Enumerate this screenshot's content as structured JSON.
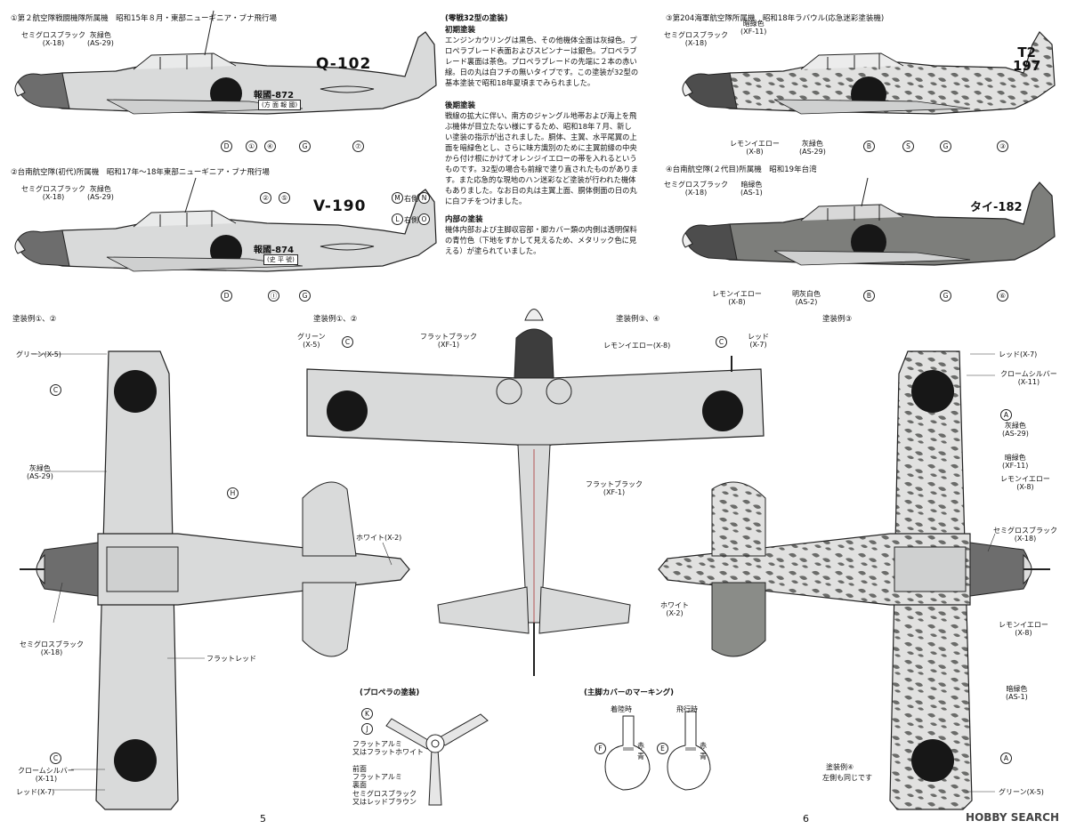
{
  "profiles": {
    "p1": {
      "title": "①第２航空隊戦闘機隊所属機　昭和15年８月・東部ニューギニア・ブナ飛行場",
      "code": "Q-102",
      "serial": "報國-872",
      "sub": "(方 面 報 國)",
      "labels": [
        {
          "t": "セミグロスブラック",
          "s": "(X-18)"
        },
        {
          "t": "灰緑色",
          "s": "(AS-29)"
        }
      ],
      "markers": [
        "D",
        "①",
        "④",
        "G",
        "⑦"
      ]
    },
    "p2": {
      "title": "②台南航空隊(初代)所属機　昭和17年～18年東部ニューギニア・ブナ飛行場",
      "code": "V-190",
      "serial": "報國-874",
      "sub": "(史 平 號)",
      "labels": [
        {
          "t": "セミグロスブラック",
          "s": "(X-18)"
        },
        {
          "t": "灰緑色",
          "s": "(AS-29)"
        }
      ],
      "markers": [
        "D",
        "Ⓘ",
        "G",
        "②",
        "⑤"
      ],
      "side": [
        {
          "m": "M",
          "t": "右側",
          "n": "N"
        },
        {
          "m": "L",
          "t": "右側",
          "n": "O"
        }
      ]
    },
    "p3": {
      "title": "③第204海軍航空隊所属機　昭和18年ラバウル(応急迷彩塗装機)",
      "code1": "T2",
      "code2": "197",
      "labels": [
        {
          "t": "セミグロスブラック",
          "s": "(X-18)"
        },
        {
          "t": "暗緑色",
          "s": "(XF-11)"
        }
      ],
      "bottom": [
        {
          "t": "レモンイエロー",
          "s": "(X-8)"
        },
        {
          "t": "灰緑色",
          "s": "(AS-29)"
        }
      ],
      "markers": [
        "B",
        "S",
        "G",
        "③"
      ]
    },
    "p4": {
      "title": "④台南航空隊(２代目)所属機　昭和19年台湾",
      "code": "タイ-182",
      "labels": [
        {
          "t": "セミグロスブラック",
          "s": "(X-18)"
        },
        {
          "t": "暗緑色",
          "s": "(AS-1)"
        }
      ],
      "bottom": [
        {
          "t": "レモンイエロー",
          "s": "(X-8)"
        },
        {
          "t": "明灰白色",
          "s": "(AS-2)"
        }
      ],
      "markers": [
        "B",
        "G",
        "⑥"
      ]
    }
  },
  "notes": {
    "heading": "(零戦32型の塗装)",
    "early_title": "初期塗装",
    "early_text": "エンジンカウリングは黒色、その他機体全面は灰緑色。プロペラブレード表面およびスピンナーは銀色。プロペラブレード裏面は茶色。プロペラブレードの先端に２本の赤い線。日の丸は白フチの無いタイプです。この塗装が32型の基本塗装で昭和18年夏頃までみられました。",
    "late_title": "後期塗装",
    "late_text": "戦線の拡大に伴い、南方のジャングル地帯および海上を飛ぶ機体が目立たない様にするため、昭和18年７月、新しい塗装の指示が出されました。胴体、主翼、水平尾翼の上面を暗緑色とし、さらに味方識別のために主翼前縁の中央から付け根にかけてオレンジイエローの帯を入れるというものです。32型の場合も前線で塗り直されたものがあります。また応急的な現地のハン迷彩など塗装が行われた機体もありました。なお日の丸は主翼上面、胴体側面の日の丸に白フチをつけました。",
    "interior_title": "内部の塗装",
    "interior_text": "機体内部および主脚収容部・脚カバー類の内側は透明保料の青竹色（下地をすかして見えるため、メタリック色に見える）が塗られていました。"
  },
  "plans": {
    "top_left_title": "塗装例①、②",
    "bottom_center_title": "塗装例①、②",
    "bottom_center2_title": "塗装例③、④",
    "top_right_title": "塗装例③",
    "top_right_note": "塗装例④",
    "top_right_note2": "左側も同じです",
    "left_labels": [
      {
        "t": "グリーン(X-5)"
      },
      {
        "t": "灰緑色",
        "s": "(AS-29)"
      },
      {
        "t": "セミグロスブラック",
        "s": "(X-18)"
      },
      {
        "t": "フラットレッド"
      },
      {
        "t": "ホワイト(X-2)"
      },
      {
        "t": "クロームシルバー",
        "s": "(X-11)"
      },
      {
        "t": "レッド(X-7)"
      }
    ],
    "left_markers": [
      "C",
      "H",
      "C"
    ],
    "center_labels": [
      {
        "t": "グリーン",
        "s": "(X-5)"
      },
      {
        "t": "フラットブラック",
        "s": "(XF-1)"
      },
      {
        "t": "レモンイエロー(X-8)"
      },
      {
        "t": "レッド",
        "s": "(X-7)"
      },
      {
        "t": "フラットブラック",
        "s": "(XF-1)"
      }
    ],
    "center_markers": [
      "C",
      "C"
    ],
    "right_labels": [
      {
        "t": "レッド(X-7)"
      },
      {
        "t": "クロームシルバー",
        "s": "(X-11)"
      },
      {
        "t": "灰緑色",
        "s": "(AS-29)"
      },
      {
        "t": "暗緑色",
        "s": "(XF-11)"
      },
      {
        "t": "レモンイエロー",
        "s": "(X-8)"
      },
      {
        "t": "セミグロスブラック",
        "s": "(X-18)"
      },
      {
        "t": "ホワイト",
        "s": "(X-2)"
      },
      {
        "t": "レモンイエロー",
        "s": "(X-8)"
      },
      {
        "t": "暗緑色",
        "s": "(AS-1)"
      },
      {
        "t": "グリーン(X-5)"
      }
    ],
    "right_markers": [
      "A",
      "A"
    ]
  },
  "propeller": {
    "title": "(プロペラの塗装)",
    "k": "K",
    "j": "J",
    "l1": "フラットアルミ",
    "l1b": "又はフラットホワイト",
    "l2": "前面",
    "l2b": "フラットアルミ",
    "l2c": "裏面",
    "l2d": "セミグロスブラック",
    "l2e": "又はレッドブラウン"
  },
  "gear": {
    "title": "(主脚カバーのマーキング)",
    "stop": "着陸時",
    "fly": "飛行時",
    "f": "F",
    "e": "E",
    "red": "赤",
    "blue": "青"
  },
  "pages": {
    "left": "5",
    "right": "6"
  },
  "watermark": "HOBBY SEARCH",
  "colors": {
    "grey": "#d7d8d8",
    "dark": "#6c6c6c",
    "black": "#171717",
    "green": "#8a8c88"
  }
}
